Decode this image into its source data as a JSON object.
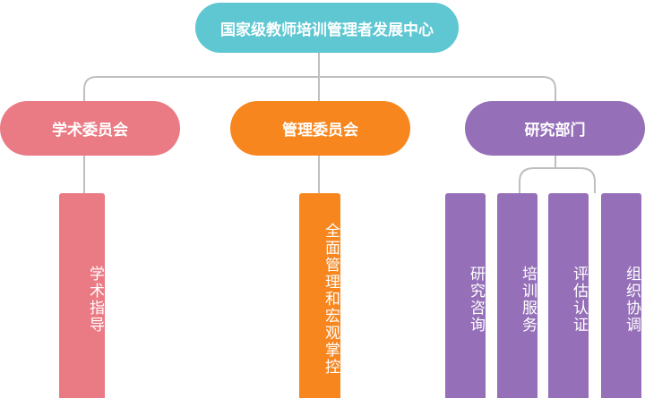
{
  "root": {
    "label": "国家级教师培训管理者发展中心"
  },
  "branches": [
    {
      "label": "学术委员会",
      "color": "#ea7a83",
      "children": [
        "学术指导"
      ]
    },
    {
      "label": "管理委员会",
      "color": "#f7861f",
      "children": [
        "全面管理和宏观掌控"
      ]
    },
    {
      "label": "研究部门",
      "color": "#9570b8",
      "children": [
        "研究咨询",
        "培训服务",
        "评估认证",
        "组织协调"
      ]
    }
  ],
  "colors": {
    "root": "#5ec7d1",
    "connector": "#bfbfbf"
  }
}
